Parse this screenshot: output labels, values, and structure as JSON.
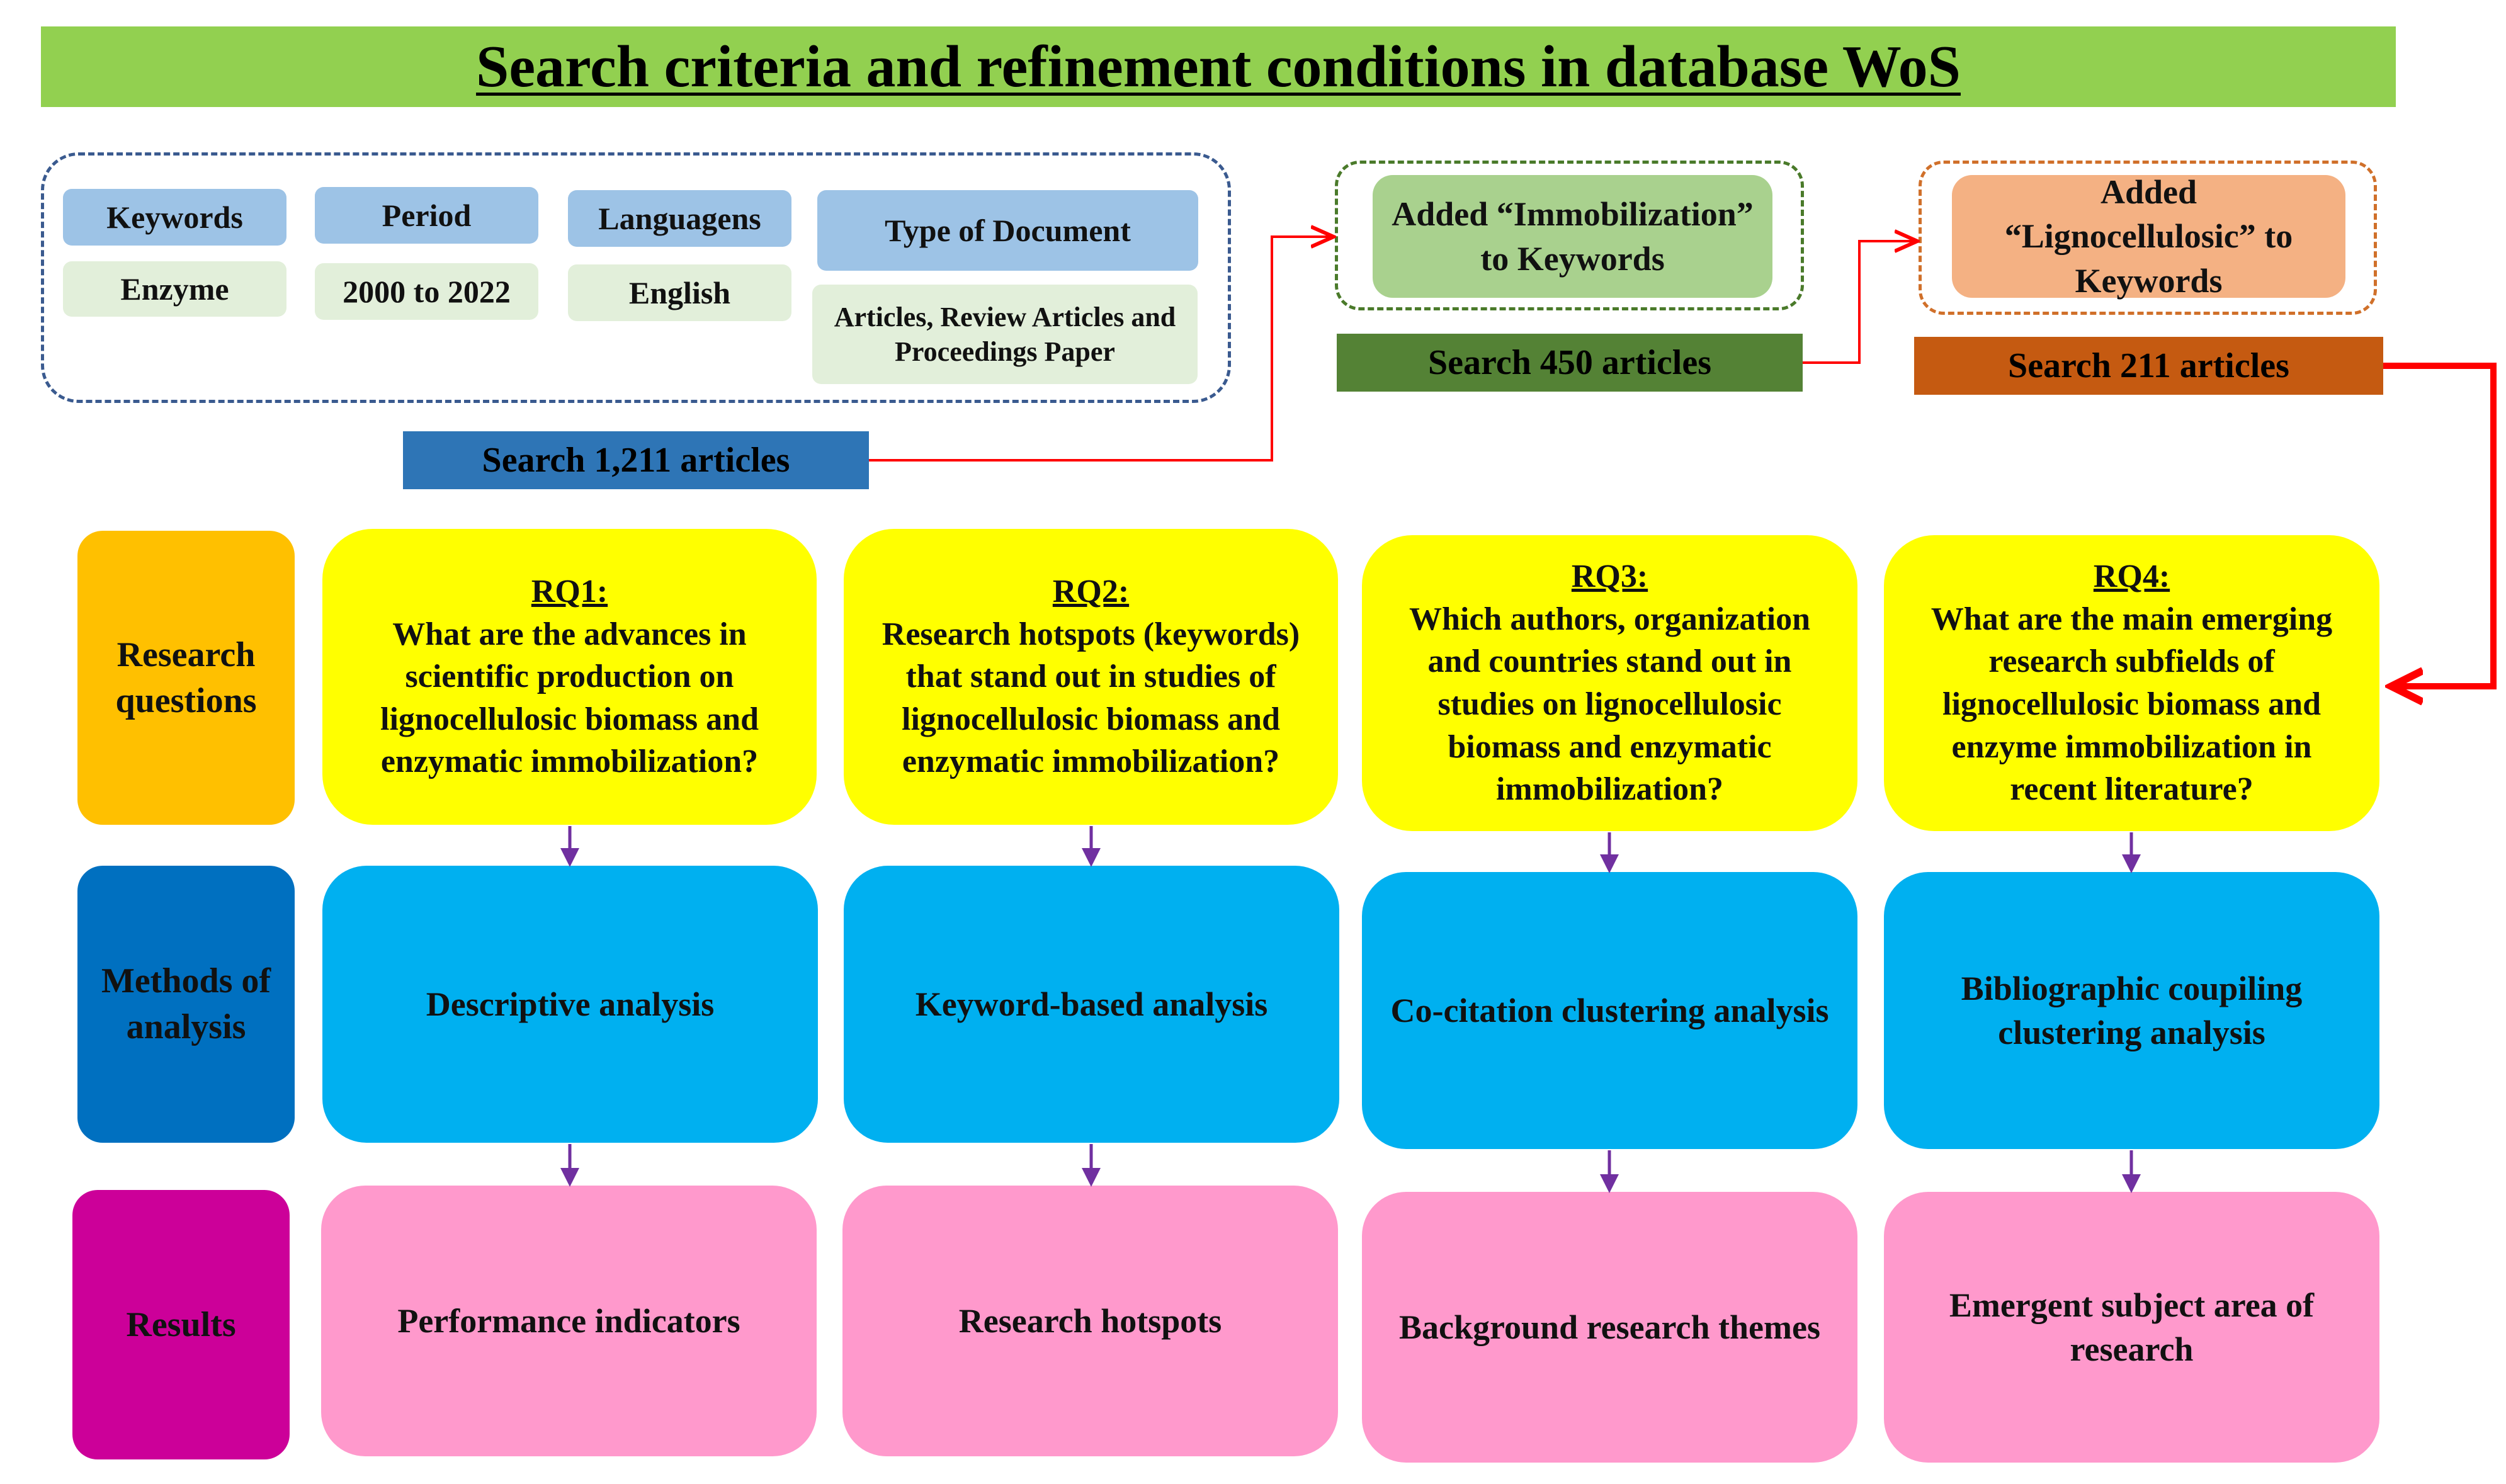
{
  "title": "Search criteria and refinement conditions in database WoS",
  "criteria": [
    {
      "header": "Keywords",
      "value": "Enzyme"
    },
    {
      "header": "Period",
      "value": "2000 to 2022"
    },
    {
      "header": "Languagens",
      "value": "English"
    },
    {
      "header": "Type of Document",
      "value": "Articles, Review Articles and Proceedings Paper"
    }
  ],
  "searches": {
    "first": "Search 1,211 articles",
    "second": "Search 450 articles",
    "third": "Search 211 articles"
  },
  "refinements": {
    "immobilization": "Added “Immobilization” to Keywords",
    "lignocellulosic": "Added “Lignocellulosic” to Keywords"
  },
  "row_labels": {
    "research_questions": "Research questions",
    "methods": "Methods of analysis",
    "results": "Results"
  },
  "questions": [
    {
      "num": "RQ1:",
      "text": "What are the advances in scientific production on lignocellulosic biomass and enzymatic immobilization?"
    },
    {
      "num": "RQ2:",
      "text": "Research hotspots (keywords) that stand out in studies of lignocellulosic biomass and enzymatic immobilization?"
    },
    {
      "num": "RQ3:",
      "text": "Which authors, organization and countries stand out in studies on lignocellulosic biomass and enzymatic immobilization?"
    },
    {
      "num": "RQ4:",
      "text": "What are the main emerging research subfields of lignocellulosic biomass and enzyme immobilization in recent literature?"
    }
  ],
  "methods": [
    "Descriptive analysis",
    "Keyword-based analysis",
    "Co-citation clustering analysis",
    "Bibliographic coupiling clustering analysis"
  ],
  "results": [
    "Performance indicators",
    "Research hotspots",
    "Background research themes",
    "Emergent subject area of research"
  ],
  "colors": {
    "title_bg": "#92d050",
    "criteria_header": "#9dc3e6",
    "criteria_value": "#e2efda",
    "search1": "#2e75b6",
    "search2": "#548235",
    "search3": "#c55a11",
    "immobilization_box": "#a9d18e",
    "lignocellulosic_box": "#f4b183",
    "rq_label": "#ffc000",
    "methods_label": "#0070c0",
    "results_label": "#cc0099",
    "question_box": "#ffff00",
    "method_box": "#00b0f0",
    "result_box": "#ff99cc",
    "connector_red": "#ff0000",
    "arrow_purple": "#7030a0"
  }
}
